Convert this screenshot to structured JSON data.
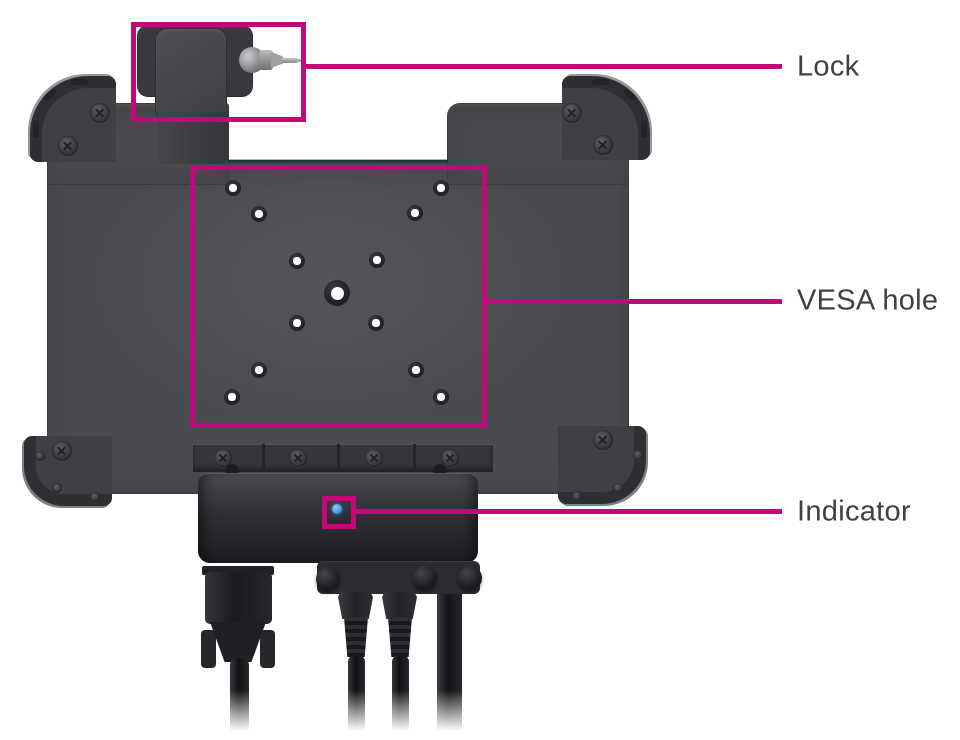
{
  "callouts": [
    {
      "id": "lock",
      "label": "Lock"
    },
    {
      "id": "vesa-hole",
      "label": "VESA hole"
    },
    {
      "id": "indicator",
      "label": "Indicator"
    }
  ],
  "colors": {
    "accent": "#C2097A",
    "led": "#4D9BE6",
    "label_text": "#3F4043",
    "background": "#FFFFFF"
  }
}
